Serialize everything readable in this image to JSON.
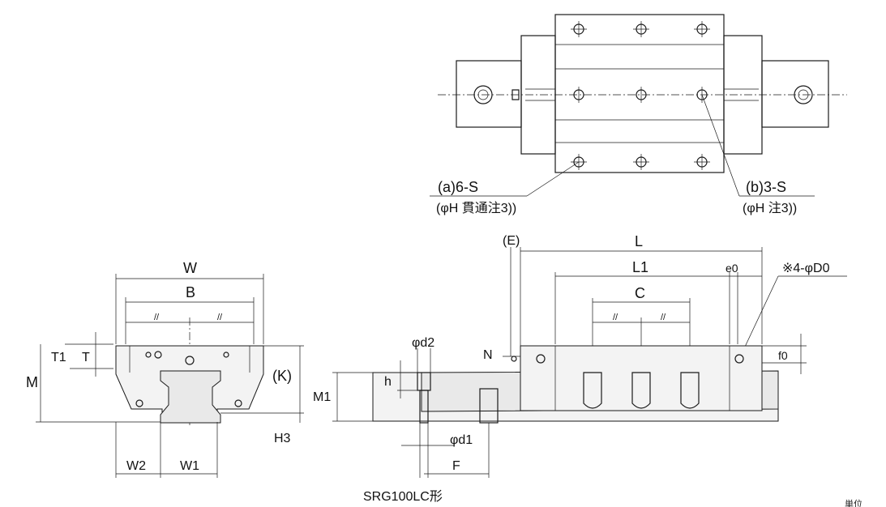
{
  "caption": "SRG100LC形",
  "corner_mark": "単位",
  "top_view": {
    "label_a": "(a)6-S",
    "label_a_sub": "(φH 貫通注3))",
    "label_b": "(b)3-S",
    "label_b_sub": "(φH 注3))"
  },
  "front_view": {
    "W": "W",
    "B": "B",
    "T1": "T1",
    "T": "T",
    "M": "M",
    "K": "(K)",
    "H3": "H3",
    "W2": "W2",
    "W1": "W1",
    "parallel_mark": "//"
  },
  "side_view": {
    "E": "(E)",
    "L": "L",
    "L1": "L1",
    "e0": "e0",
    "C": "C",
    "D0": "※4-φD0",
    "N": "N",
    "f0": "f0",
    "d2": "φd2",
    "h": "h",
    "M1": "M1",
    "d1": "φd1",
    "F": "F",
    "parallel_mark": "//"
  }
}
